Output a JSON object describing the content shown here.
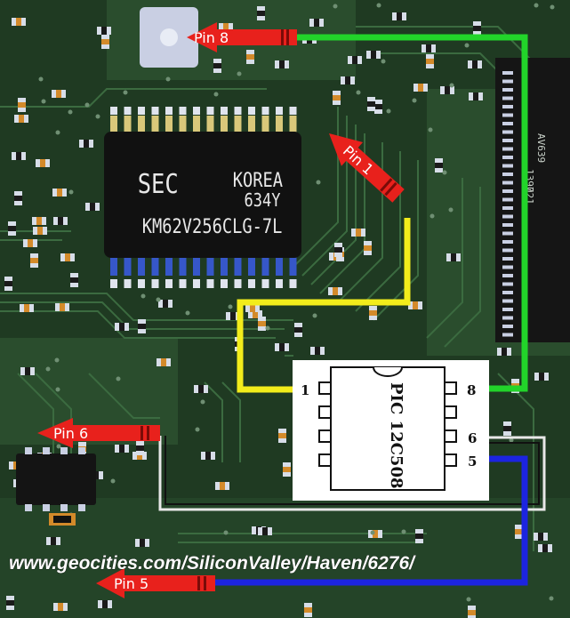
{
  "colors": {
    "board": "#1f3a22",
    "trace": "#2e5a33",
    "chip": "#111111",
    "arrow_red": "#e8211c",
    "wire_green": "#22d42a",
    "wire_yellow": "#f2ec1b",
    "wire_blue": "#1c24e0",
    "wire_white": "#e8e8e8"
  },
  "labels": {
    "pin8": "Pin 8",
    "pin1": "Pin 1",
    "pin6": "Pin 6",
    "pin5": "Pin 5"
  },
  "sram_chip": {
    "line1_left": "SEC",
    "line1_right": "KOREA",
    "line2": "634Y",
    "line3": "KM62V256CLG-7L"
  },
  "pic_chip": {
    "name": "PIC 12C508",
    "pin_1": "1",
    "pin_8": "8",
    "pin_6": "6",
    "pin_5": "5"
  },
  "right_chip_text": [
    "AV639",
    "1397",
    "021"
  ],
  "watermark": "www.geocities.com/SiliconValley/Haven/6276/"
}
